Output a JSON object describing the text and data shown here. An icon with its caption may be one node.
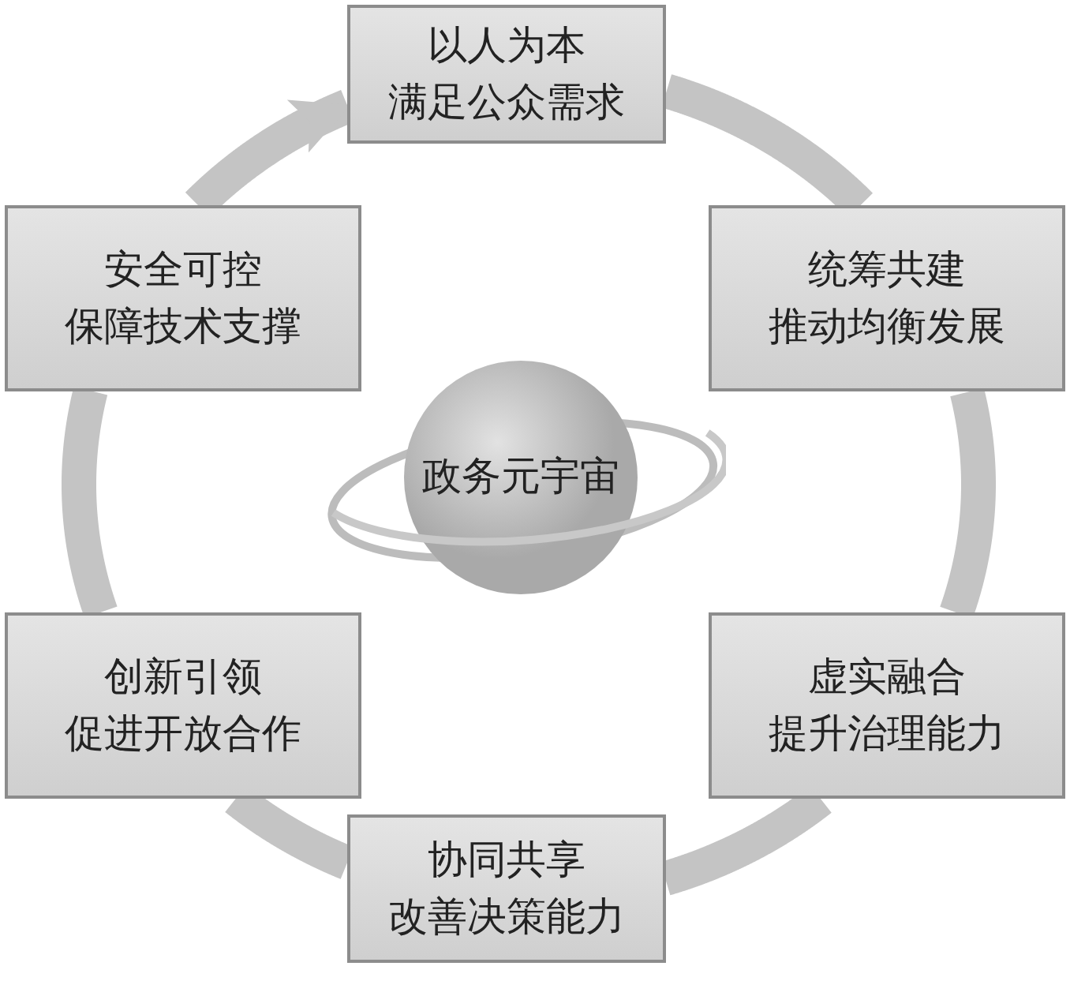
{
  "diagram": {
    "nodes": [
      {
        "text": [
          "以人为本",
          "满足公众需求"
        ]
      },
      {
        "text": [
          "统筹共建",
          "推动均衡发展"
        ]
      },
      {
        "text": [
          "虚实融合",
          "提升治理能力"
        ]
      },
      {
        "text": [
          "协同共享",
          "改善决策能力"
        ]
      },
      {
        "text": [
          "创新引领",
          "促进开放合作"
        ]
      },
      {
        "text": [
          "安全可控",
          "保障技术支撑"
        ]
      },
      {
        "text": [
          "政务元宇宙"
        ]
      }
    ],
    "edges": [
      {
        "from": 0,
        "to": 1,
        "arrow": "none"
      },
      {
        "from": 1,
        "to": 2,
        "arrow": "none"
      },
      {
        "from": 2,
        "to": 3,
        "arrow": "none"
      },
      {
        "from": 3,
        "to": 4,
        "arrow": "none"
      },
      {
        "from": 4,
        "to": 5,
        "arrow": "none"
      },
      {
        "from": 5,
        "to": 0,
        "arrow": "to"
      }
    ]
  }
}
